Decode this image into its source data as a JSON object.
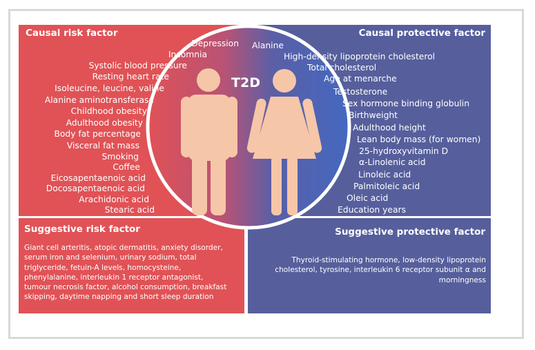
{
  "center_label": "T2D",
  "colors": {
    "risk_red": "#e05256",
    "protective_blue": "#565f9c",
    "figure_skin": "#f6c6a8",
    "ring": "#ffffff"
  },
  "causal_risk": {
    "title": "Causal risk factor",
    "items": [
      "Depression",
      "Insomnia",
      "Systolic blood pressure",
      "Resting heart rate",
      "Isoleucine, leucine, valine",
      "Alanine aminotransferase",
      "Childhood obesity",
      "Adulthood obesity",
      "Body fat percentage",
      "Visceral fat mass",
      "Smoking",
      "Coffee",
      "Eicosapentaenoic acid",
      "Docosapentaenoic acid",
      "Arachidonic acid",
      "Stearic acid"
    ]
  },
  "causal_protective": {
    "title": "Causal protective factor",
    "items": [
      "Alanine",
      "High-density lipoprotein cholesterol",
      "Total cholesterol",
      "Age at menarche",
      "Testosterone",
      "Sex hormone binding globulin",
      "Birthweight",
      "Adulthood height",
      "Lean body mass (for women)",
      "25-hydroxyvitamin D",
      "α-Linolenic acid",
      "Linoleic acid",
      "Palmitoleic acid",
      "Oleic acid",
      "Education years"
    ]
  },
  "suggestive_risk": {
    "title": "Suggestive risk factor",
    "lines": [
      "Giant cell arteritis, atopic dermatitis, anxiety disorder,",
      "serum iron and selenium, urinary sodium, total",
      "triglyceride, fetuin-A levels, homocysteine,",
      "phenylalanine, interleukin 1 receptor antagonist,",
      "tumour necrosis factor, alcohol consumption, breakfast",
      "skipping, daytime napping and short sleep duration"
    ]
  },
  "suggestive_protective": {
    "title": "Suggestive protective factor",
    "lines": [
      "Thyroid-stimulating hormone, low-density lipoprotein",
      "cholesterol, tyrosine, interleukin 6 receptor subunit α and",
      "morningness"
    ]
  }
}
